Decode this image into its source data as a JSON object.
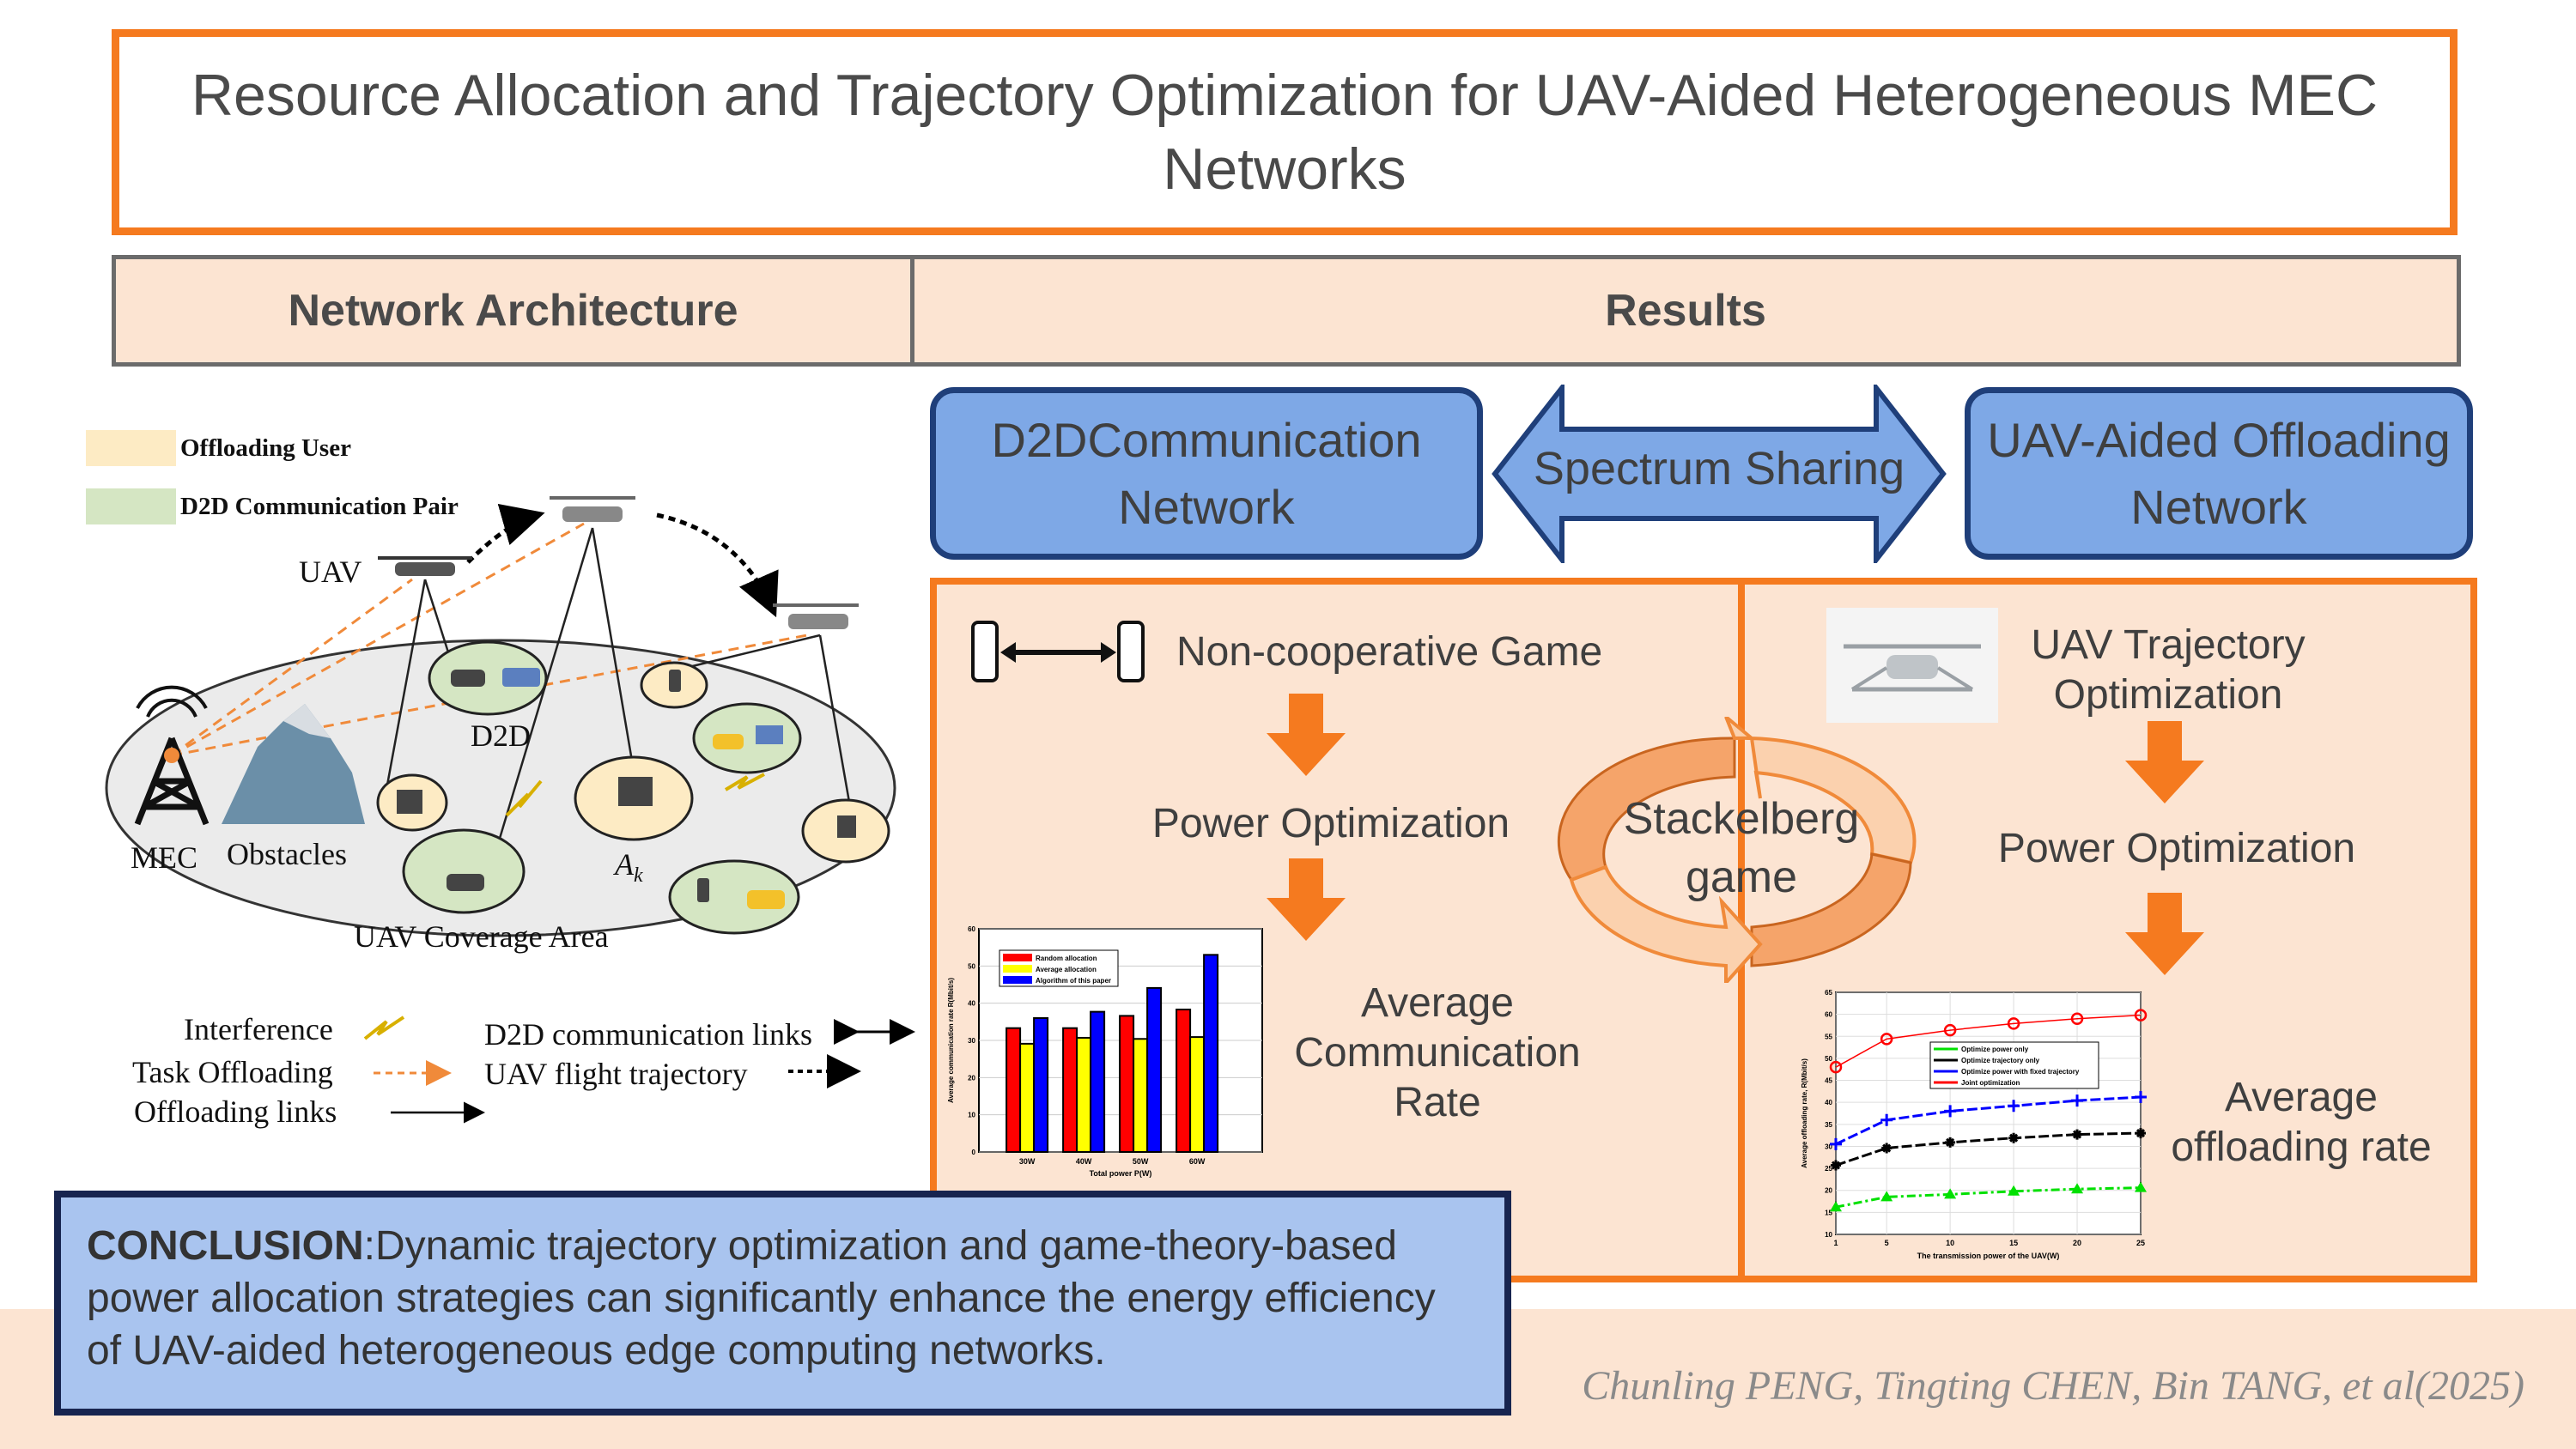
{
  "title": "Resource Allocation and Trajectory Optimization for UAV-Aided Heterogeneous MEC Networks",
  "header": {
    "left": "Network Architecture",
    "right": "Results"
  },
  "architecture": {
    "legend": [
      {
        "label": "Offloading User",
        "color": "#fdebc4"
      },
      {
        "label": "D2D Communication Pair",
        "color": "#d5e6c3"
      }
    ],
    "labels": {
      "uav": "UAV",
      "d2d": "D2D",
      "mec": "MEC",
      "obstacles": "Obstacles",
      "ak": "A",
      "ak_sub": "k",
      "coverage": "UAV Coverage Area"
    },
    "link_legend": {
      "interference": "Interference",
      "task_offloading": "Task Offloading",
      "offloading_links": "Offloading links",
      "d2d_links": "D2D communication links",
      "uav_trajectory": "UAV flight trajectory"
    }
  },
  "results": {
    "d2d_network": "D2DCommunication Network",
    "spectrum_sharing": "Spectrum Sharing",
    "uav_network": "UAV-Aided Offloading Network",
    "left_flow": [
      "Non-cooperative Game",
      "Power Optimization",
      "Average Communication Rate"
    ],
    "center": [
      "Stackelberg",
      "game"
    ],
    "right_flow": [
      "UAV Trajectory Optimization",
      "Power Optimization",
      "Average offloading rate"
    ]
  },
  "conclusion": {
    "label": "CONCLUSION",
    "text": ":Dynamic trajectory optimization and game-theory-based power allocation strategies can significantly enhance the energy efficiency of UAV-aided heterogeneous edge computing networks."
  },
  "authors": "Chunling PENG, Tingting CHEN, Bin TANG, et al(2025)",
  "colors": {
    "orange": "#f57a1f",
    "peach": "#fce4d2",
    "blue": "#7ea8e6",
    "navy": "#17244f"
  },
  "chart_data": [
    {
      "type": "bar",
      "title": "",
      "xlabel": "Total power P(W)",
      "ylabel": "Average communication rate R(Mbit/s)",
      "categories": [
        "30W",
        "40W",
        "50W",
        "60W"
      ],
      "ylim": [
        0,
        60
      ],
      "yticks": [
        0,
        10,
        20,
        30,
        40,
        50,
        60
      ],
      "series": [
        {
          "name": "Random allocation",
          "color": "#ff0000",
          "values": [
            33.3,
            33.3,
            36.6,
            38.3
          ]
        },
        {
          "name": "Average allocation",
          "color": "#ffff00",
          "values": [
            29.1,
            30.7,
            30.4,
            30.9
          ]
        },
        {
          "name": "Algorithm of this paper",
          "color": "#0000ff",
          "values": [
            36.0,
            37.7,
            44.1,
            53.0
          ]
        }
      ],
      "legend": "top-left",
      "grid": true
    },
    {
      "type": "line",
      "title": "",
      "xlabel": "The transmission power of the UAV(W)",
      "ylabel": "Average offloading rate, R(Mbit/s)",
      "x": [
        1,
        5,
        10,
        15,
        20,
        25
      ],
      "xticks": [
        1,
        5,
        10,
        15,
        20,
        25
      ],
      "ylim": [
        10,
        65
      ],
      "yticks": [
        10,
        15,
        20,
        25,
        30,
        35,
        40,
        45,
        50,
        55,
        60,
        65
      ],
      "series": [
        {
          "name": "Optimize power only",
          "color": "#00e000",
          "marker": "triangle",
          "values": [
            16.2,
            18.5,
            19.1,
            19.8,
            20.3,
            20.6
          ]
        },
        {
          "name": "Optimize trajectory only",
          "color": "#000000",
          "marker": "star",
          "values": [
            25.7,
            29.6,
            30.9,
            31.9,
            32.7,
            33.0
          ]
        },
        {
          "name": "Optimize power with fixed trajectory",
          "color": "#0000ff",
          "marker": "plus",
          "values": [
            30.5,
            36.0,
            38.0,
            39.2,
            40.4,
            41.2
          ]
        },
        {
          "name": "Joint optimization",
          "color": "#ff0000",
          "marker": "circle",
          "values": [
            48.0,
            54.4,
            56.4,
            57.9,
            59.0,
            59.8
          ]
        }
      ],
      "legend": "top-center",
      "grid": true
    }
  ]
}
